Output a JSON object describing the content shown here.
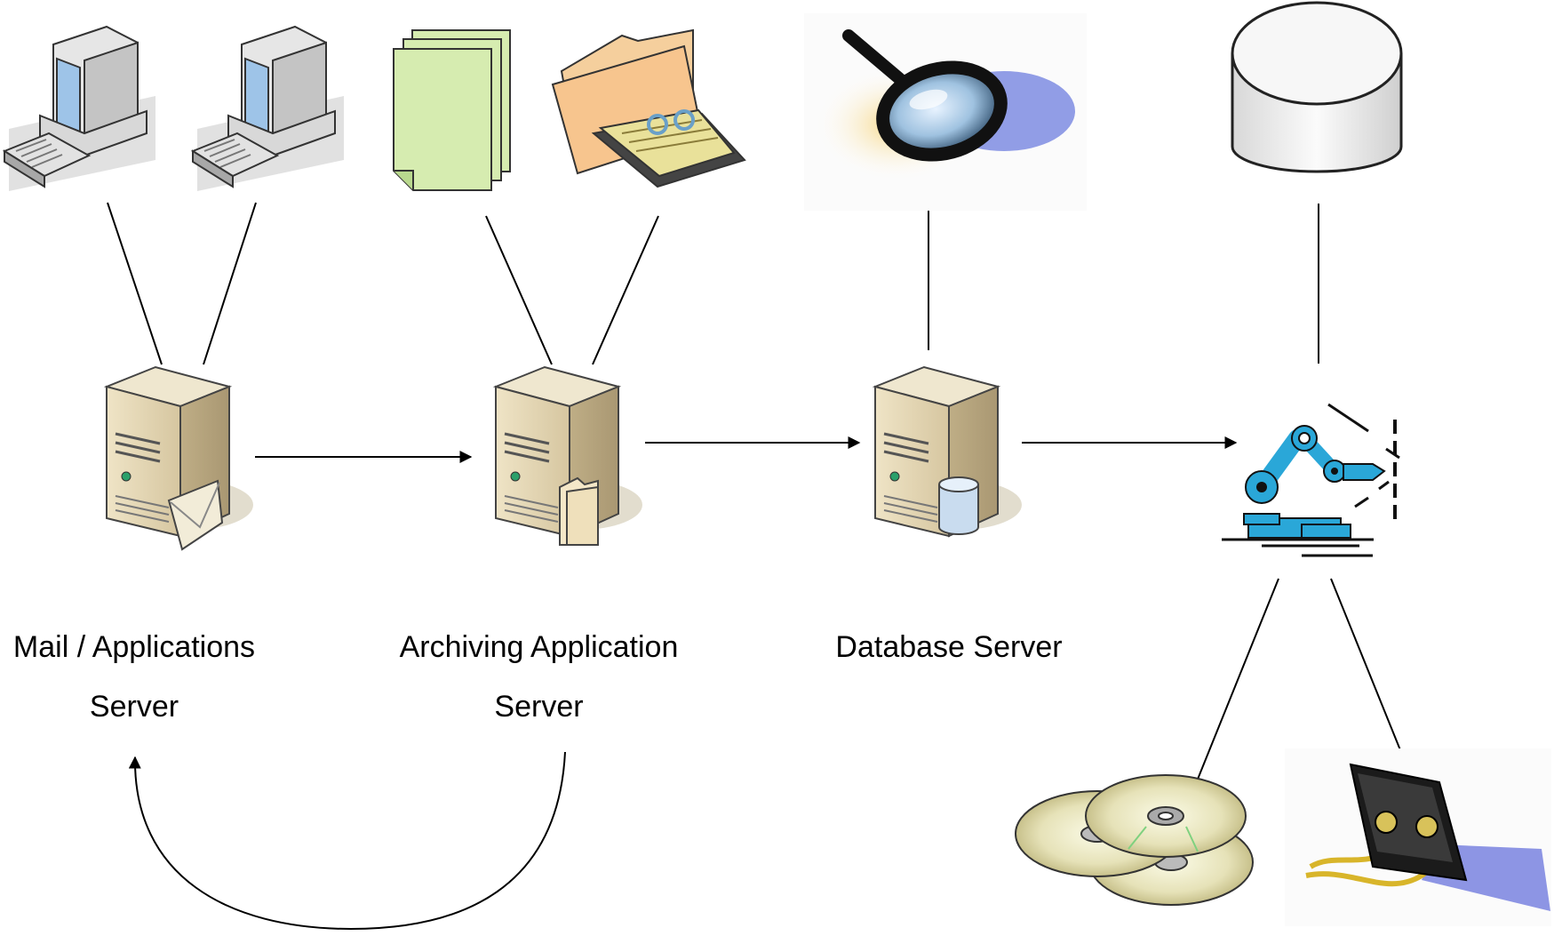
{
  "labels": {
    "mail_server": {
      "line1": "Mail / Applications",
      "line2": "Server"
    },
    "archiving_server": {
      "line1": "Archiving Application",
      "line2": "Server"
    },
    "database_server": {
      "line1": "Database Server"
    }
  },
  "icons": [
    "workstation-icon",
    "document-stack-icon",
    "folder-organizer-icon",
    "magnifier-icon",
    "storage-cylinder-icon",
    "mail-server-icon",
    "archive-server-icon",
    "database-server-icon",
    "robot-arm-library-icon",
    "optical-disc-icon",
    "tape-cassette-icon"
  ],
  "colors": {
    "line": "#000000",
    "server_beige": "#c9b896",
    "paper_green": "#d6ecb0",
    "folder_orange": "#f7c58e",
    "robot_blue": "#2aa7d8"
  }
}
